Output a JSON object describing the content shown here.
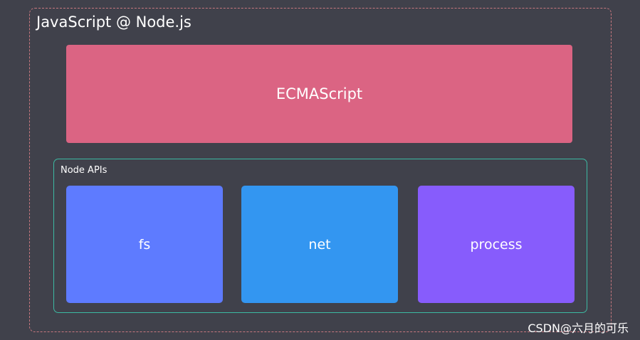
{
  "diagram": {
    "outer_title": "JavaScript @ Node.js",
    "ecmascript_label": "ECMAScript",
    "node_apis": {
      "title": "Node APIs",
      "items": [
        {
          "label": "fs",
          "color": "#5e7bff"
        },
        {
          "label": "net",
          "color": "#3396f1"
        },
        {
          "label": "process",
          "color": "#875cfc"
        }
      ]
    },
    "colors": {
      "background": "#40414b",
      "outer_border": "#c9787f",
      "ecmascript": "#db6483",
      "apis_border": "#3cb9a2"
    }
  },
  "watermark": "CSDN@六月的可乐"
}
